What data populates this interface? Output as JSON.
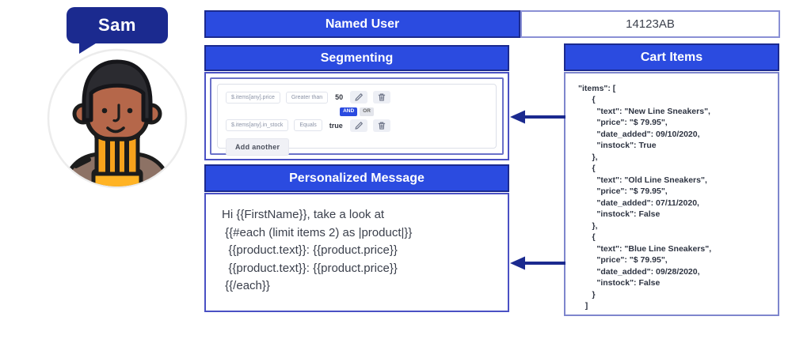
{
  "persona": {
    "name": "Sam"
  },
  "named_user": {
    "title": "Named User",
    "value": "14123AB"
  },
  "segmenting": {
    "title": "Segmenting",
    "rules": [
      {
        "field": "$.items[any].price",
        "operator": "Greater than",
        "value": "50"
      },
      {
        "field": "$.items[any].in_stock",
        "operator": "Equals",
        "value": "true"
      }
    ],
    "logic": {
      "and_label": "AND",
      "or_label": "OR",
      "selected": "AND"
    },
    "add_button_label": "Add another"
  },
  "personalized_message": {
    "title": "Personalized Message",
    "lines": [
      "Hi {{FirstName}}, take a look at",
      " {{#each (limit items 2) as |product|}}",
      "  {{product.text}}: {{product.price}}",
      "  {{product.text}}: {{product.price}}",
      " {{/each}}"
    ]
  },
  "cart_items": {
    "title": "Cart Items",
    "json_lines": [
      "\"items\": [",
      "      {",
      "        \"text\": \"New Line Sneakers\",",
      "        \"price\": \"$ 79.95\",",
      "        \"date_added\": 09/10/2020,",
      "        \"instock\": True",
      "      },",
      "      {",
      "        \"text\": \"Old Line Sneakers\",",
      "        \"price\": \"$ 79.95\",",
      "        \"date_added\": 07/11/2020,",
      "        \"instock\": False",
      "      },",
      "      {",
      "        \"text\": \"Blue Line Sneakers\",",
      "        \"price\": \"$ 79.95\",",
      "        \"date_added\": 09/28/2020,",
      "        \"instock\": False",
      "      }",
      "   ]"
    ]
  },
  "arrows": [
    {
      "from": "cart-items",
      "to": "segmenting"
    },
    {
      "from": "cart-items",
      "to": "personalized-message"
    }
  ],
  "colors": {
    "header_blue": "#2b4be0",
    "navy": "#1b2a8f",
    "panel_border": "#4a51c4",
    "soft_border": "#7e86cd"
  }
}
